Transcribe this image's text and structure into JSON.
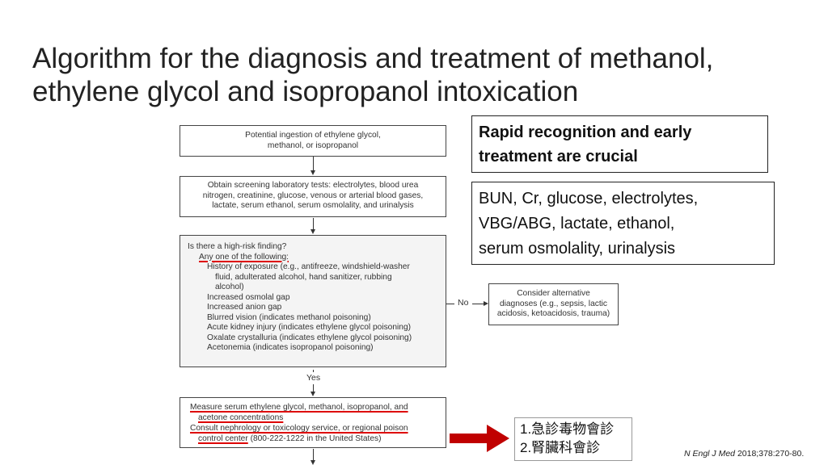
{
  "title": {
    "line1": "Algorithm for the diagnosis and treatment of methanol,",
    "line2": "ethylene glycol and isopropanol intoxication"
  },
  "flow": {
    "box1": {
      "line1": "Potential ingestion of ethylene glycol,",
      "line2": "methanol, or isopropanol"
    },
    "box2": {
      "line1": "Obtain screening laboratory tests: electrolytes, blood urea",
      "line2": "nitrogen, creatinine, glucose, venous or arterial blood gases,",
      "line3": "lactate, serum ethanol, serum osmolality, and urinalysis"
    },
    "box3": {
      "question": "Is there a high-risk finding?",
      "any": "Any one of the following:",
      "items": [
        "History of exposure (e.g., antifreeze, windshield-washer",
        "fluid, adulterated alcohol, hand sanitizer, rubbing",
        "alcohol)",
        "Increased osmolal gap",
        "Increased anion gap",
        "Blurred vision (indicates methanol poisoning)",
        "Acute kidney injury (indicates ethylene glycol poisoning)",
        "Oxalate crystalluria (indicates ethylene glycol poisoning)",
        "Acetonemia (indicates isopropanol poisoning)"
      ]
    },
    "no_label": "No",
    "yes_label": "Yes",
    "alt_box": {
      "line1": "Consider alternative",
      "line2": "diagnoses (e.g., sepsis, lactic",
      "line3": "acidosis, ketoacidosis, trauma)"
    },
    "box4": {
      "line1": "Measure serum ethylene glycol, methanol, isopropanol, and",
      "line2": "acetone concentrations",
      "line3a": "Consult nephrology or toxicology service, or regional poison",
      "line4a": "control center",
      "line4b": " (800-222-1222 in the United States)"
    }
  },
  "callouts": {
    "rapid": {
      "line1": "Rapid recognition and early",
      "line2": "treatment are crucial"
    },
    "labs": {
      "line1": "BUN, Cr, glucose, electrolytes,",
      "line2": "VBG/ABG, lactate, ethanol,",
      "line3": "serum osmolality, urinalysis"
    },
    "consult": {
      "line1": "1.急診毒物會診",
      "line2": "2.腎臟科會診"
    }
  },
  "citation": {
    "journal": "N Engl J Med",
    "ref": " 2018;378:270-80."
  },
  "colors": {
    "arrow": "#c00000",
    "underline": "#dd0000"
  }
}
